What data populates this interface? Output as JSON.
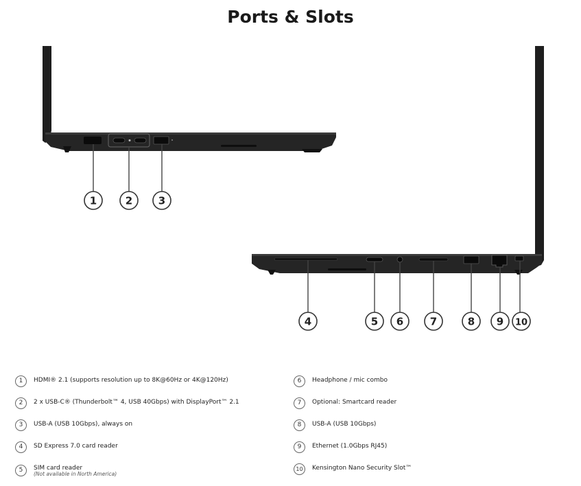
{
  "page": {
    "title": "Ports & Slots"
  },
  "callouts": [
    "1",
    "2",
    "3",
    "4",
    "5",
    "6",
    "7",
    "8",
    "9",
    "10"
  ],
  "legend": [
    {
      "num": "1",
      "label": "HDMI® 2.1 (supports resolution up to 8K@60Hz or 4K@120Hz)",
      "note": ""
    },
    {
      "num": "2",
      "label": "2 x USB-C® (Thunderbolt™ 4, USB 40Gbps) with DisplayPort™ 2.1",
      "note": ""
    },
    {
      "num": "3",
      "label": "USB-A (USB 10Gbps), always on",
      "note": ""
    },
    {
      "num": "4",
      "label": "SD Express 7.0 card reader",
      "note": ""
    },
    {
      "num": "5",
      "label": "SIM card reader",
      "note": "(Not available in North America)"
    },
    {
      "num": "6",
      "label": "Headphone / mic combo",
      "note": ""
    },
    {
      "num": "7",
      "label": "Optional: Smartcard reader",
      "note": ""
    },
    {
      "num": "8",
      "label": "USB-A (USB 10Gbps)",
      "note": ""
    },
    {
      "num": "9",
      "label": "Ethernet (1.0Gbps RJ45)",
      "note": ""
    },
    {
      "num": "10",
      "label": "Kensington Nano Security Slot™",
      "note": ""
    }
  ],
  "colors": {
    "chassis": "#232323",
    "chassis_edge": "#3a3a3a",
    "port": "#0d0d0d",
    "leader": "#444444"
  }
}
